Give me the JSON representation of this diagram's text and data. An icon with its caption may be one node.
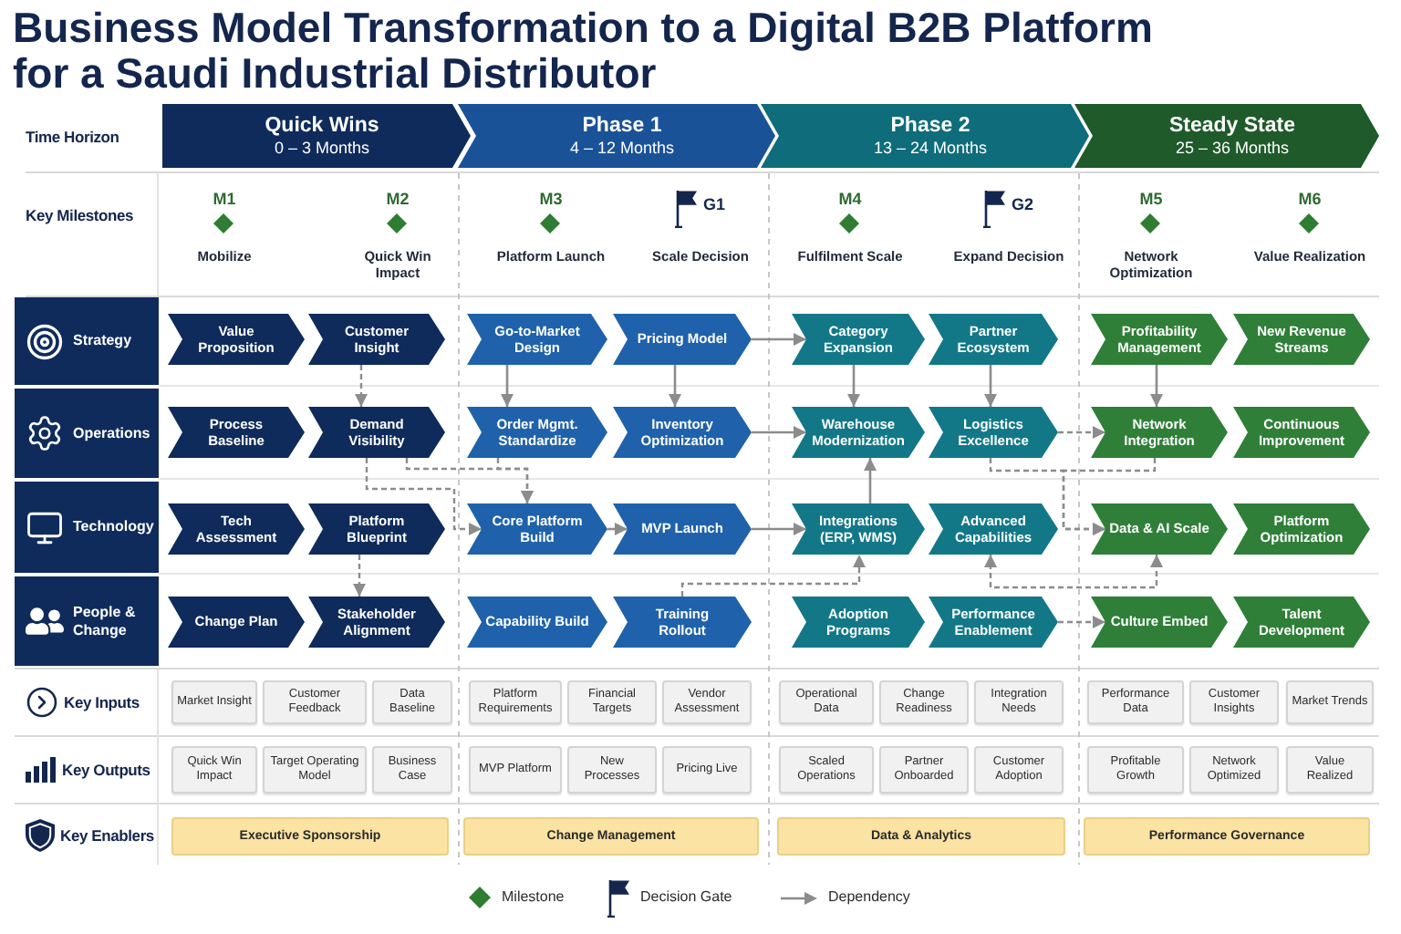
{
  "diagram": {
    "title": "Business Model Transformation to a Digital B2B Platform for a Saudi Industrial Distributor",
    "nodes": [
      {
        "text": [
          "Quick Wins",
          "0 – 3 Months"
        ]
      },
      {
        "text": [
          "Phase 1",
          "4 – 12 Months"
        ]
      },
      {
        "text": [
          "Phase 2",
          "13 – 24 Months"
        ]
      },
      {
        "text": [
          "Steady State",
          "25 – 36 Months"
        ]
      },
      {
        "text": [
          "M1",
          "Mobilize"
        ]
      },
      {
        "text": [
          "M2",
          "Quick Win Impact"
        ]
      },
      {
        "text": [
          "M3",
          "Platform Launch"
        ]
      },
      {
        "text": [
          "G1",
          "Scale Decision"
        ]
      },
      {
        "text": [
          "M4",
          "Fulfilment Scale"
        ]
      },
      {
        "text": [
          "G2",
          "Expand Decision"
        ]
      },
      {
        "text": [
          "M5",
          "Network Optimization"
        ]
      },
      {
        "text": [
          "M6",
          "Value Realization"
        ]
      },
      {
        "text": [
          "Strategy"
        ]
      },
      {
        "text": [
          "Value Proposition"
        ]
      },
      {
        "text": [
          "Customer Insight"
        ]
      },
      {
        "text": [
          "Go-to-Market Design"
        ]
      },
      {
        "text": [
          "Pricing Model"
        ]
      },
      {
        "text": [
          "Category Expansion"
        ]
      },
      {
        "text": [
          "Partner Ecosystem"
        ]
      },
      {
        "text": [
          "Profitability Management"
        ]
      },
      {
        "text": [
          "New Revenue Streams"
        ]
      },
      {
        "text": [
          "Operations"
        ]
      },
      {
        "text": [
          "Process Baseline"
        ]
      },
      {
        "text": [
          "Demand Visibility"
        ]
      },
      {
        "text": [
          "Order Mgmt. Standardize"
        ]
      },
      {
        "text": [
          "Inventory Optimization"
        ]
      },
      {
        "text": [
          "Warehouse Modernization"
        ]
      },
      {
        "text": [
          "Logistics Excellence"
        ]
      },
      {
        "text": [
          "Network Integration"
        ]
      },
      {
        "text": [
          "Continuous Improvement"
        ]
      },
      {
        "text": [
          "Technology"
        ]
      },
      {
        "text": [
          "Tech Assessment"
        ]
      },
      {
        "text": [
          "Platform Blueprint"
        ]
      },
      {
        "text": [
          "Core Platform Build"
        ]
      },
      {
        "text": [
          "MVP Launch"
        ]
      },
      {
        "text": [
          "Integrations (ERP, WMS)"
        ]
      },
      {
        "text": [
          "Advanced Capabilities"
        ]
      },
      {
        "text": [
          "Data & AI Scale"
        ]
      },
      {
        "text": [
          "Platform Optimization"
        ]
      },
      {
        "text": [
          "People & Change"
        ]
      },
      {
        "text": [
          "Change Plan"
        ]
      },
      {
        "text": [
          "Stakeholder Alignment"
        ]
      },
      {
        "text": [
          "Capability Build"
        ]
      },
      {
        "text": [
          "Training Rollout"
        ]
      },
      {
        "text": [
          "Adoption Programs"
        ]
      },
      {
        "text": [
          "Performance Enablement"
        ]
      },
      {
        "text": [
          "Culture Embed"
        ]
      },
      {
        "text": [
          "Talent Development"
        ]
      },
      {
        "text": [
          "Market Insight"
        ]
      },
      {
        "text": [
          "Customer Feedback"
        ]
      },
      {
        "text": [
          "Data Baseline"
        ]
      },
      {
        "text": [
          "Platform Requirements"
        ]
      },
      {
        "text": [
          "Financial Targets"
        ]
      },
      {
        "text": [
          "Vendor Assessment"
        ]
      },
      {
        "text": [
          "Operational Data"
        ]
      },
      {
        "text": [
          "Change Readiness"
        ]
      },
      {
        "text": [
          "Integration Needs"
        ]
      },
      {
        "text": [
          "Performance Data"
        ]
      },
      {
        "text": [
          "Customer Insights"
        ]
      },
      {
        "text": [
          "Market Trends"
        ]
      },
      {
        "text": [
          "Quick Win Impact"
        ]
      },
      {
        "text": [
          "Target Operating Model"
        ]
      },
      {
        "text": [
          "Business Case"
        ]
      },
      {
        "text": [
          "MVP Platform"
        ]
      },
      {
        "text": [
          "New Processes"
        ]
      },
      {
        "text": [
          "Pricing Live"
        ]
      },
      {
        "text": [
          "Scaled Operations"
        ]
      },
      {
        "text": [
          "Partner Onboarded"
        ]
      },
      {
        "text": [
          "Customer Adoption"
        ]
      },
      {
        "text": [
          "Profitable Growth"
        ]
      },
      {
        "text": [
          "Network Optimized"
        ]
      },
      {
        "text": [
          "Value Realized"
        ]
      },
      {
        "text": [
          "Executive Sponsorship"
        ]
      },
      {
        "text": [
          "Change Management"
        ]
      },
      {
        "text": [
          "Data & Analytics"
        ]
      },
      {
        "text": [
          "Performance Governance"
        ]
      }
    ],
    "edges": [
      {
        "from": 14,
        "to": 23,
        "arrow": "to",
        "style": "dashed"
      },
      {
        "from": 15,
        "to": 24,
        "arrow": "to"
      },
      {
        "from": 16,
        "to": 25,
        "arrow": "to"
      },
      {
        "from": 16,
        "to": 17,
        "arrow": "to"
      },
      {
        "from": 17,
        "to": 26,
        "arrow": "to"
      },
      {
        "from": 18,
        "to": 27,
        "arrow": "to"
      },
      {
        "from": 19,
        "to": 28,
        "arrow": "to"
      },
      {
        "from": 25,
        "to": 26,
        "arrow": "to"
      },
      {
        "from": 27,
        "to": 28,
        "arrow": "to",
        "style": "dashed"
      },
      {
        "from": 23,
        "to": 33,
        "arrow": "to",
        "style": "dashed"
      },
      {
        "from": 23,
        "to": 33,
        "arrow": "to",
        "style": "dashed"
      },
      {
        "from": 24,
        "to": 33,
        "arrow": "to",
        "style": "dashed"
      },
      {
        "from": 27,
        "to": 37,
        "arrow": "to",
        "style": "dashed"
      },
      {
        "from": 28,
        "to": 37,
        "arrow": "to",
        "style": "dashed"
      },
      {
        "from": 32,
        "to": 41,
        "arrow": "to",
        "style": "dashed"
      },
      {
        "from": 33,
        "to": 34,
        "arrow": "to"
      },
      {
        "from": 34,
        "to": 35,
        "arrow": "to"
      },
      {
        "from": 35,
        "to": 26,
        "arrow": "to"
      },
      {
        "from": 43,
        "to": 35,
        "arrow": "to",
        "style": "dashed"
      },
      {
        "from": 36,
        "to": 37,
        "arrow": "both",
        "style": "dashed"
      },
      {
        "from": 45,
        "to": 46,
        "arrow": "to",
        "style": "dashed"
      }
    ],
    "labels": [
      "Time Horizon",
      "Key Milestones",
      "Key Inputs",
      "Key Outputs",
      "Key Enablers"
    ],
    "legend": [
      {
        "text": "Milestone"
      },
      {
        "text": "Decision Gate"
      },
      {
        "text": "Dependency"
      }
    ]
  }
}
